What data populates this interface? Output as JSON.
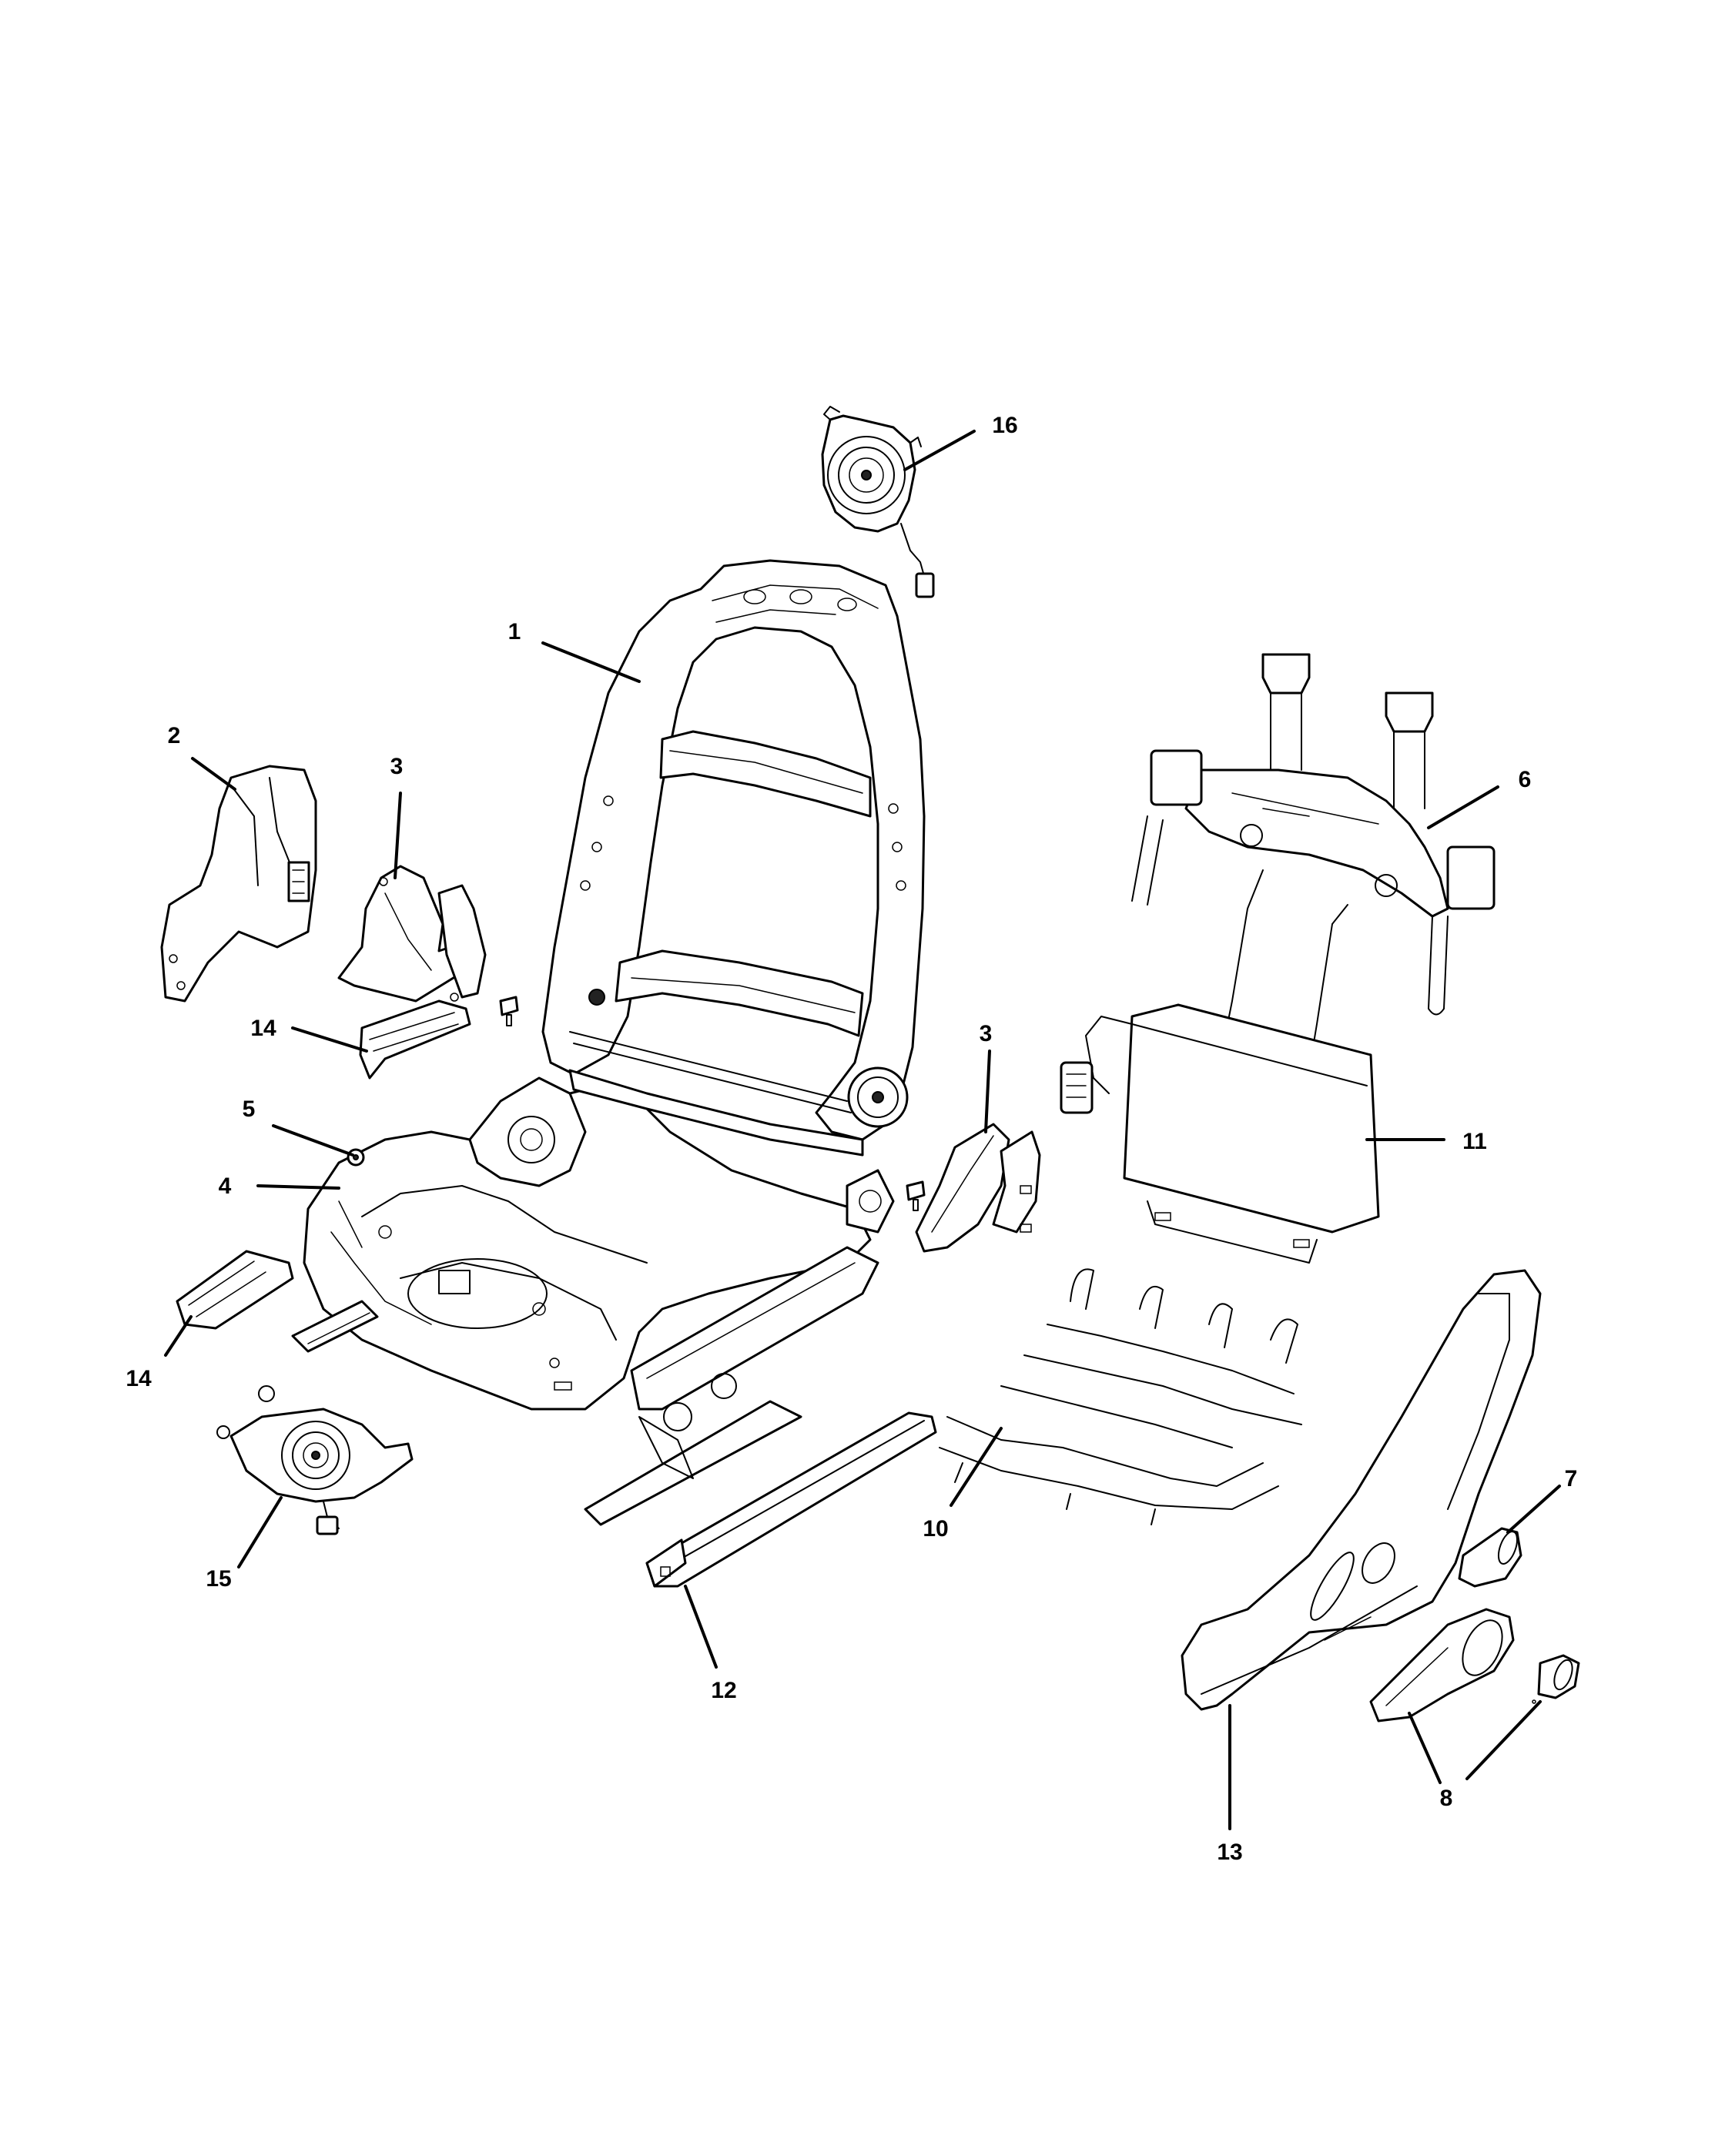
{
  "callouts": [
    {
      "id": "c1",
      "label": "1"
    },
    {
      "id": "c2",
      "label": "2"
    },
    {
      "id": "c3a",
      "label": "3"
    },
    {
      "id": "c3b",
      "label": "3"
    },
    {
      "id": "c4",
      "label": "4"
    },
    {
      "id": "c5",
      "label": "5"
    },
    {
      "id": "c6",
      "label": "6"
    },
    {
      "id": "c7",
      "label": "7"
    },
    {
      "id": "c8",
      "label": "8"
    },
    {
      "id": "c10",
      "label": "10"
    },
    {
      "id": "c11",
      "label": "11"
    },
    {
      "id": "c12",
      "label": "12"
    },
    {
      "id": "c13",
      "label": "13"
    },
    {
      "id": "c14a",
      "label": "14"
    },
    {
      "id": "c14b",
      "label": "14"
    },
    {
      "id": "c15",
      "label": "15"
    },
    {
      "id": "c16",
      "label": "16"
    }
  ]
}
